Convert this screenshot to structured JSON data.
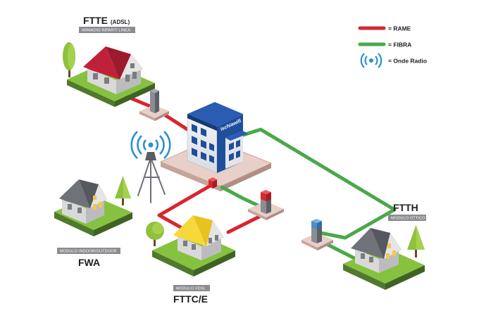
{
  "legend": {
    "items": [
      {
        "label": "= RAME",
        "color": "#d8262e"
      },
      {
        "label": "= FIBRA",
        "color": "#4aa84a"
      },
      {
        "label": "= Onde Radio",
        "color": "#2b8fd1"
      }
    ]
  },
  "nodes": {
    "ftte": {
      "title": "FTTE",
      "title_suffix": "(ADSL)",
      "tag": "ARMADIO RIPARTI LINEA"
    },
    "ftth": {
      "title": "FTTH",
      "tag": "MODULO OTTICO"
    },
    "fwa": {
      "title": "FWA",
      "tag": "MODULO INDOOR/OUTDOOR"
    },
    "fttc": {
      "title": "FTTC/E",
      "tag": "MODULO VDSL"
    }
  },
  "central": {
    "logo": "ischiawifi"
  },
  "colors": {
    "copper": "#d8262e",
    "fiber": "#4aa84a",
    "radio": "#2b8fd1",
    "grass": "#86c23f",
    "soil": "#4f7a2d",
    "building": "#1f4e9c"
  },
  "icons": [
    "radio-waves-icon",
    "radio-tower-icon",
    "house-icon",
    "tree-icon",
    "cabinet-icon",
    "central-building-icon"
  ]
}
